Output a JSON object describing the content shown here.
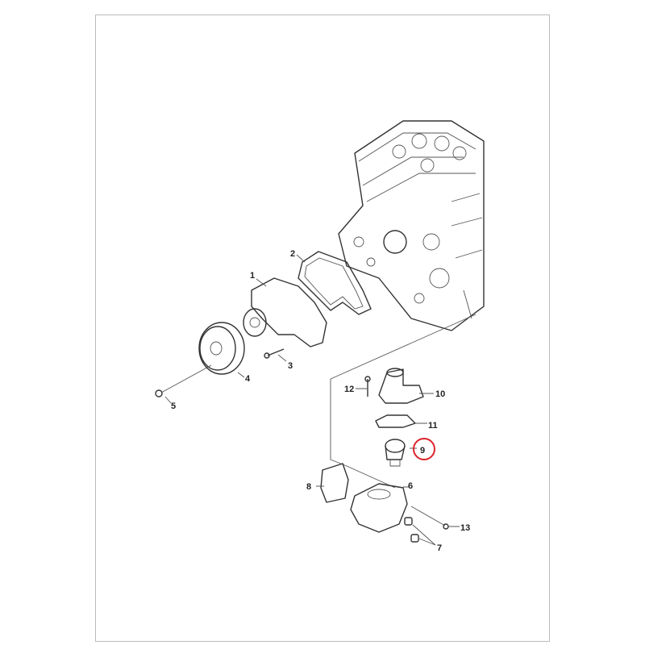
{
  "diagram": {
    "callouts": [
      {
        "id": "1",
        "label": "1"
      },
      {
        "id": "2",
        "label": "2"
      },
      {
        "id": "3",
        "label": "3"
      },
      {
        "id": "4",
        "label": "4"
      },
      {
        "id": "5",
        "label": "5"
      },
      {
        "id": "6",
        "label": "6"
      },
      {
        "id": "7",
        "label": "7"
      },
      {
        "id": "8",
        "label": "8"
      },
      {
        "id": "9",
        "label": "9"
      },
      {
        "id": "10",
        "label": "10"
      },
      {
        "id": "11",
        "label": "11"
      },
      {
        "id": "12",
        "label": "12"
      },
      {
        "id": "13",
        "label": "13"
      }
    ],
    "highlighted_callout": "9",
    "highlight_color": "#d9252b"
  }
}
